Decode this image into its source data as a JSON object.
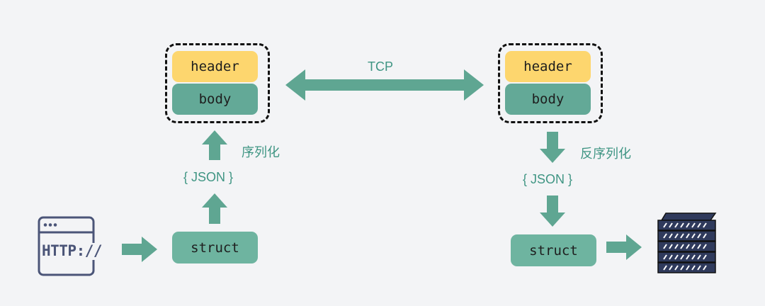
{
  "left_packet": {
    "header": "header",
    "body": "body"
  },
  "right_packet": {
    "header": "header",
    "body": "body"
  },
  "transport": {
    "label": "TCP"
  },
  "left_flow": {
    "serialize_label": "序列化",
    "json_label": "{ JSON }",
    "struct_label": "struct"
  },
  "right_flow": {
    "deserialize_label": "反序列化",
    "json_label": "{ JSON }",
    "struct_label": "struct"
  },
  "http_icon": {
    "text": "HTTP://"
  },
  "icons": {
    "browser": "http-window-icon",
    "server": "server-rack-icon"
  },
  "colors": {
    "background": "#f3f4f6",
    "header": "#fdd66e",
    "body": "#63a997",
    "struct": "#6eb4a0",
    "arrow": "#5fa692",
    "label_text": "#3f9583",
    "icon_stroke": "#4b5578",
    "server_fill": "#2f3a5c"
  }
}
